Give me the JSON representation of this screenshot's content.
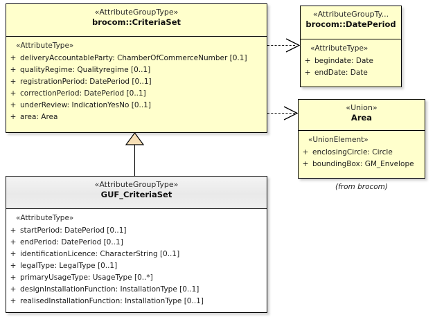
{
  "diagram": {
    "type": "uml-class-diagram",
    "background": "#ffffff",
    "class_fill": "#ffffcc",
    "subclass_header_fill": "#ededed",
    "border_color": "#000000"
  },
  "classes": {
    "criteria_set": {
      "stereotype": "«AttributeGroupType»",
      "name": "brocom::CriteriaSet",
      "group_stereotype": "«AttributeType»",
      "attributes": [
        {
          "visibility": "+",
          "text": "deliveryAccountableParty: ChamberOfCommerceNumber [0.1]"
        },
        {
          "visibility": "+",
          "text": "qualityRegime: Qualityregime [0..1]"
        },
        {
          "visibility": "+",
          "text": "registrationPeriod: DatePeriod [0..1]"
        },
        {
          "visibility": "+",
          "text": "correctionPeriod: DatePeriod [0..1]"
        },
        {
          "visibility": "+",
          "text": "underReview: IndicationYesNo [0..1]"
        },
        {
          "visibility": "+",
          "text": "area: Area"
        }
      ]
    },
    "date_period": {
      "stereotype": "«AttributeGroupTy...",
      "name": "brocom::DatePeriod",
      "group_stereotype": "«AttributeType»",
      "attributes": [
        {
          "visibility": "+",
          "text": "begindate: Date"
        },
        {
          "visibility": "+",
          "text": "endDate: Date"
        }
      ]
    },
    "area": {
      "stereotype": "«Union»",
      "name": "Area",
      "group_stereotype": "«UnionElement»",
      "attributes": [
        {
          "visibility": "+",
          "text": "enclosingCircle: Circle"
        },
        {
          "visibility": "+",
          "text": "boundingBox: GM_Envelope"
        }
      ],
      "footer_note": "(from brocom)"
    },
    "guf_criteria_set": {
      "stereotype": "«AttributeGroupType»",
      "name": "GUF_CriteriaSet",
      "group_stereotype": "«AttributeType»",
      "attributes": [
        {
          "visibility": "+",
          "text": "startPeriod: DatePeriod [0..1]"
        },
        {
          "visibility": "+",
          "text": "endPeriod: DatePeriod [0..1]"
        },
        {
          "visibility": "+",
          "text": "identificationLicence: CharacterString [0..1]"
        },
        {
          "visibility": "+",
          "text": "legalType: LegalType [0..1]"
        },
        {
          "visibility": "+",
          "text": "primaryUsageType: UsageType [0..*]"
        },
        {
          "visibility": "+",
          "text": "designInstallationFunction: InstallationType [0..1]"
        },
        {
          "visibility": "+",
          "text": "realisedInstallationFunction: InstallationType [0..1]"
        }
      ]
    }
  },
  "relationships": [
    {
      "kind": "generalization",
      "from": "GUF_CriteriaSet",
      "to": "brocom::CriteriaSet",
      "arrow": "hollow-triangle"
    },
    {
      "kind": "dependency",
      "from": "brocom::CriteriaSet",
      "to": "brocom::DatePeriod",
      "arrow": "open-arrow-dashed"
    },
    {
      "kind": "dependency",
      "from": "brocom::CriteriaSet",
      "to": "Area",
      "arrow": "open-arrow-dashed"
    }
  ]
}
